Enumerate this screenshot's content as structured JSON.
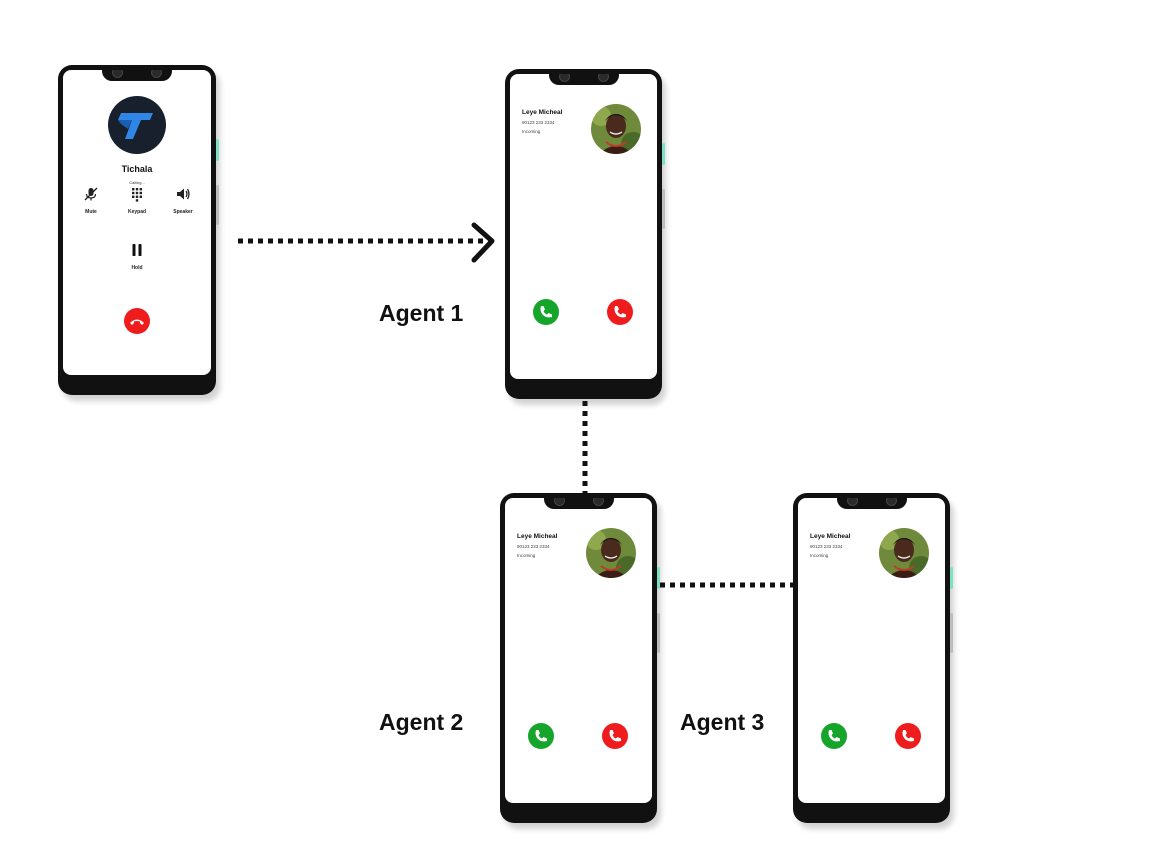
{
  "caller_phone": {
    "name": "Tichala",
    "status": "Calling...",
    "controls": {
      "mute": "Mute",
      "keypad": "Keypad",
      "speaker": "Speaker",
      "hold": "Hold"
    }
  },
  "incoming": {
    "name": "Leye Micheal",
    "number": "90123 233 2334",
    "status": "Incoming"
  },
  "agents": {
    "agent1": "Agent 1",
    "agent2": "Agent 2",
    "agent3": "Agent 3"
  },
  "colors": {
    "accept": "#14a52a",
    "decline": "#ee1c1c",
    "logo_bg": "#17202c",
    "logo_blue": "#2f86e6"
  },
  "icons": [
    "phone-accept-icon",
    "phone-hangup-icon",
    "mute-icon",
    "keypad-icon",
    "speaker-icon",
    "pause-icon",
    "brand-logo-icon"
  ]
}
